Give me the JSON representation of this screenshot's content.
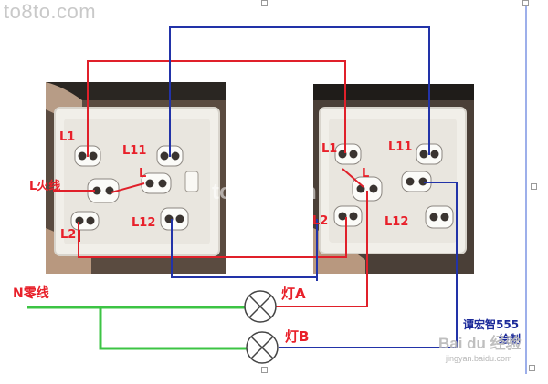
{
  "watermarks": {
    "top_left": "to8to.com",
    "center": "to8to.com",
    "bottom_right": "Bai du 经验",
    "bottom_right_url": "jingyan.baidu.com"
  },
  "switch_left": {
    "L1": "L1",
    "L11": "L11",
    "L_fire": "L火线",
    "L": "L",
    "L2": "L2",
    "L12": "L12"
  },
  "switch_right": {
    "L1": "L1",
    "L11": "L11",
    "L": "L",
    "L2": "L2",
    "L12": "L12"
  },
  "labels": {
    "neutral": "N零线",
    "lamp_a": "灯A",
    "lamp_b": "灯B",
    "author_line1": "谭宏智555",
    "author_line2": "绘制"
  },
  "colors": {
    "live_wire": "#e0202a",
    "traveler_wire": "#2233a8",
    "neutral_wire": "#3cc444",
    "label_red": "#e8202a",
    "label_blue": "#1c2a9a"
  }
}
